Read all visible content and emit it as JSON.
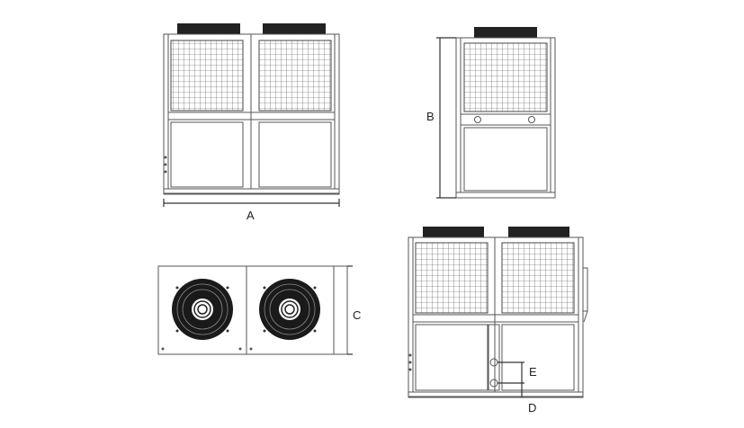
{
  "labels": {
    "a": "A",
    "b": "B",
    "c": "C",
    "d": "D",
    "e": "E"
  },
  "icons": {
    "fan": "fan-icon",
    "grille": "grille-icon"
  },
  "colors": {
    "line": "#555555",
    "dark": "#222222",
    "fan_dark": "#1a1a1a",
    "background": "#ffffff"
  }
}
